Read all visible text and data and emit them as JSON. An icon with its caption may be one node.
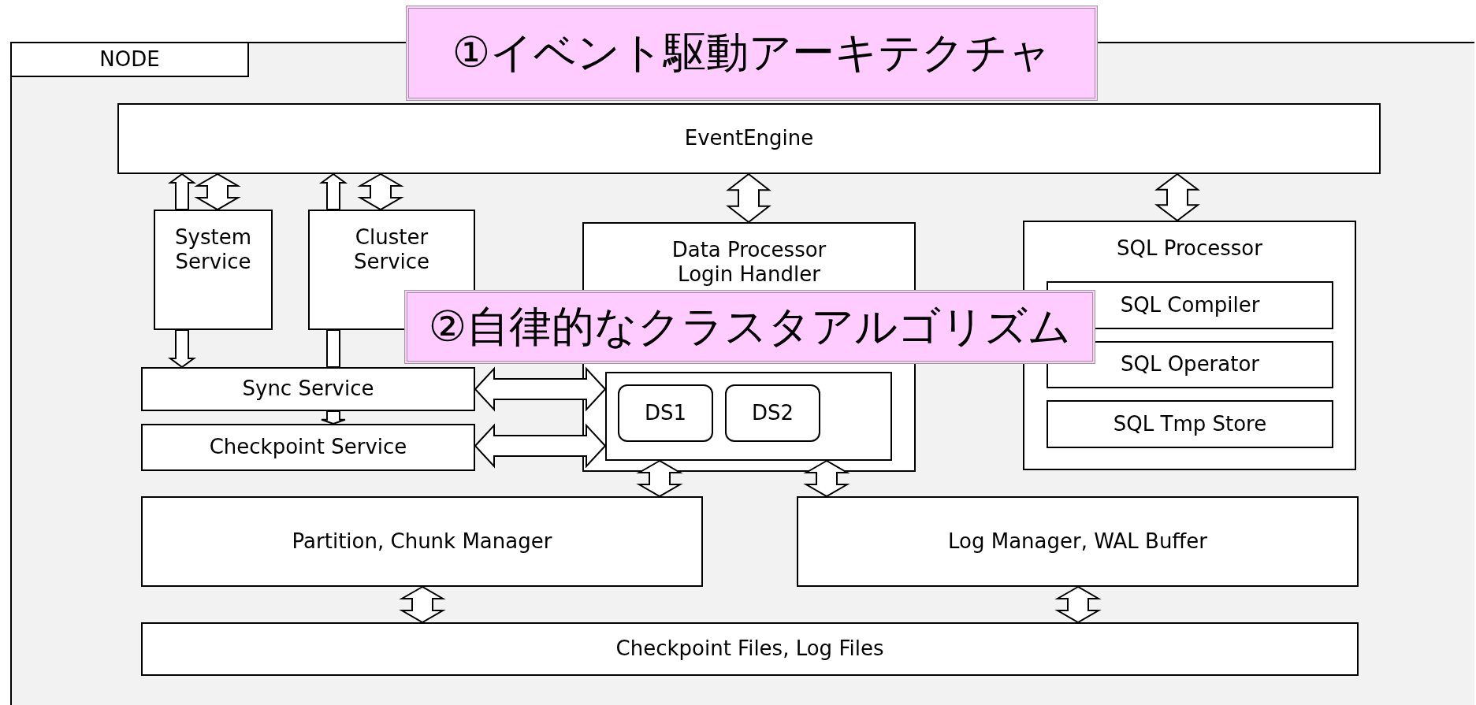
{
  "diagram": {
    "nodes": [
      {
        "text": [
          "NODE"
        ]
      },
      {
        "text": [
          "①イベント駆動アーキテクチャ"
        ]
      },
      {
        "text": [
          "EventEngine"
        ],
        "in": 0
      },
      {
        "text": [
          "System Service"
        ],
        "in": 0
      },
      {
        "text": [
          "Cluster Service"
        ],
        "in": 0
      },
      {
        "text": [
          "Data Processor",
          "Login Handler"
        ],
        "in": 0
      },
      {
        "text": [],
        "shape": "box",
        "in": 5
      },
      {
        "text": [
          "DS1"
        ],
        "in": 6
      },
      {
        "text": [
          "DS2"
        ],
        "in": 6
      },
      {
        "text": [
          "SQL Processor"
        ],
        "in": 0
      },
      {
        "text": [
          "SQL Compiler"
        ],
        "in": 9
      },
      {
        "text": [
          "SQL Operator"
        ],
        "in": 9
      },
      {
        "text": [
          "SQL Tmp Store"
        ],
        "in": 9
      },
      {
        "text": [
          "②自律的なクラスタアルゴリズム"
        ],
        "in": 0
      },
      {
        "text": [
          "Sync Service"
        ],
        "in": 0
      },
      {
        "text": [
          "Checkpoint Service"
        ],
        "in": 0
      },
      {
        "text": [
          "Partition, Chunk Manager"
        ],
        "in": 0
      },
      {
        "text": [
          "Log Manager, WAL Buffer"
        ],
        "in": 0
      },
      {
        "text": [
          "Checkpoint Files, Log Files"
        ],
        "in": 0
      }
    ],
    "edges": [
      {
        "from": 2,
        "to": 3,
        "arrow": "both"
      },
      {
        "from": 3,
        "to": 2,
        "arrow": "to"
      },
      {
        "from": 2,
        "to": 4,
        "arrow": "both"
      },
      {
        "from": 4,
        "to": 2,
        "arrow": "to"
      },
      {
        "from": 3,
        "to": 14,
        "arrow": "to"
      },
      {
        "from": 4,
        "to": 14,
        "arrow": "none"
      },
      {
        "from": 14,
        "to": 15,
        "arrow": "to"
      },
      {
        "from": 14,
        "to": 6,
        "arrow": "both"
      },
      {
        "from": 15,
        "to": 6,
        "arrow": "both"
      },
      {
        "from": 2,
        "to": 5,
        "arrow": "both"
      },
      {
        "from": 2,
        "to": 9,
        "arrow": "both"
      },
      {
        "from": 6,
        "to": 16,
        "arrow": "both"
      },
      {
        "from": 6,
        "to": 17,
        "arrow": "both"
      },
      {
        "from": 16,
        "to": 18,
        "arrow": "both"
      },
      {
        "from": 17,
        "to": 18,
        "arrow": "both"
      }
    ]
  }
}
